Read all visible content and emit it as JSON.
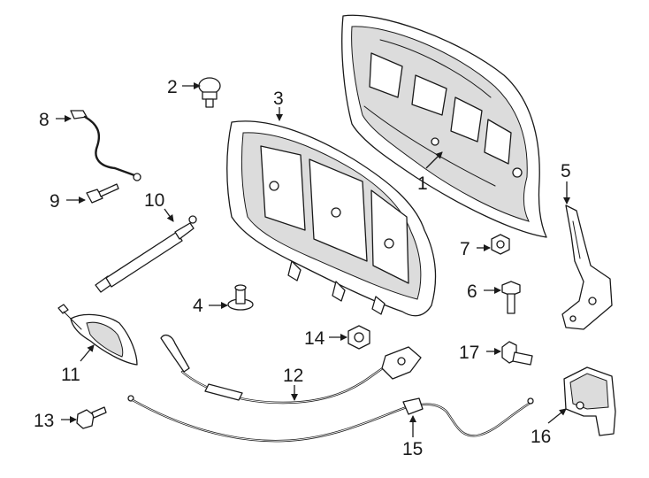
{
  "callouts": {
    "c1": "1",
    "c2": "2",
    "c3": "3",
    "c4": "4",
    "c5": "5",
    "c6": "6",
    "c7": "7",
    "c8": "8",
    "c9": "9",
    "c10": "10",
    "c11": "11",
    "c12": "12",
    "c13": "13",
    "c14": "14",
    "c15": "15",
    "c16": "16",
    "c17": "17"
  },
  "colors": {
    "line": "#1a1a1a",
    "background": "#ffffff",
    "part_shade": "#dcdcdc"
  }
}
